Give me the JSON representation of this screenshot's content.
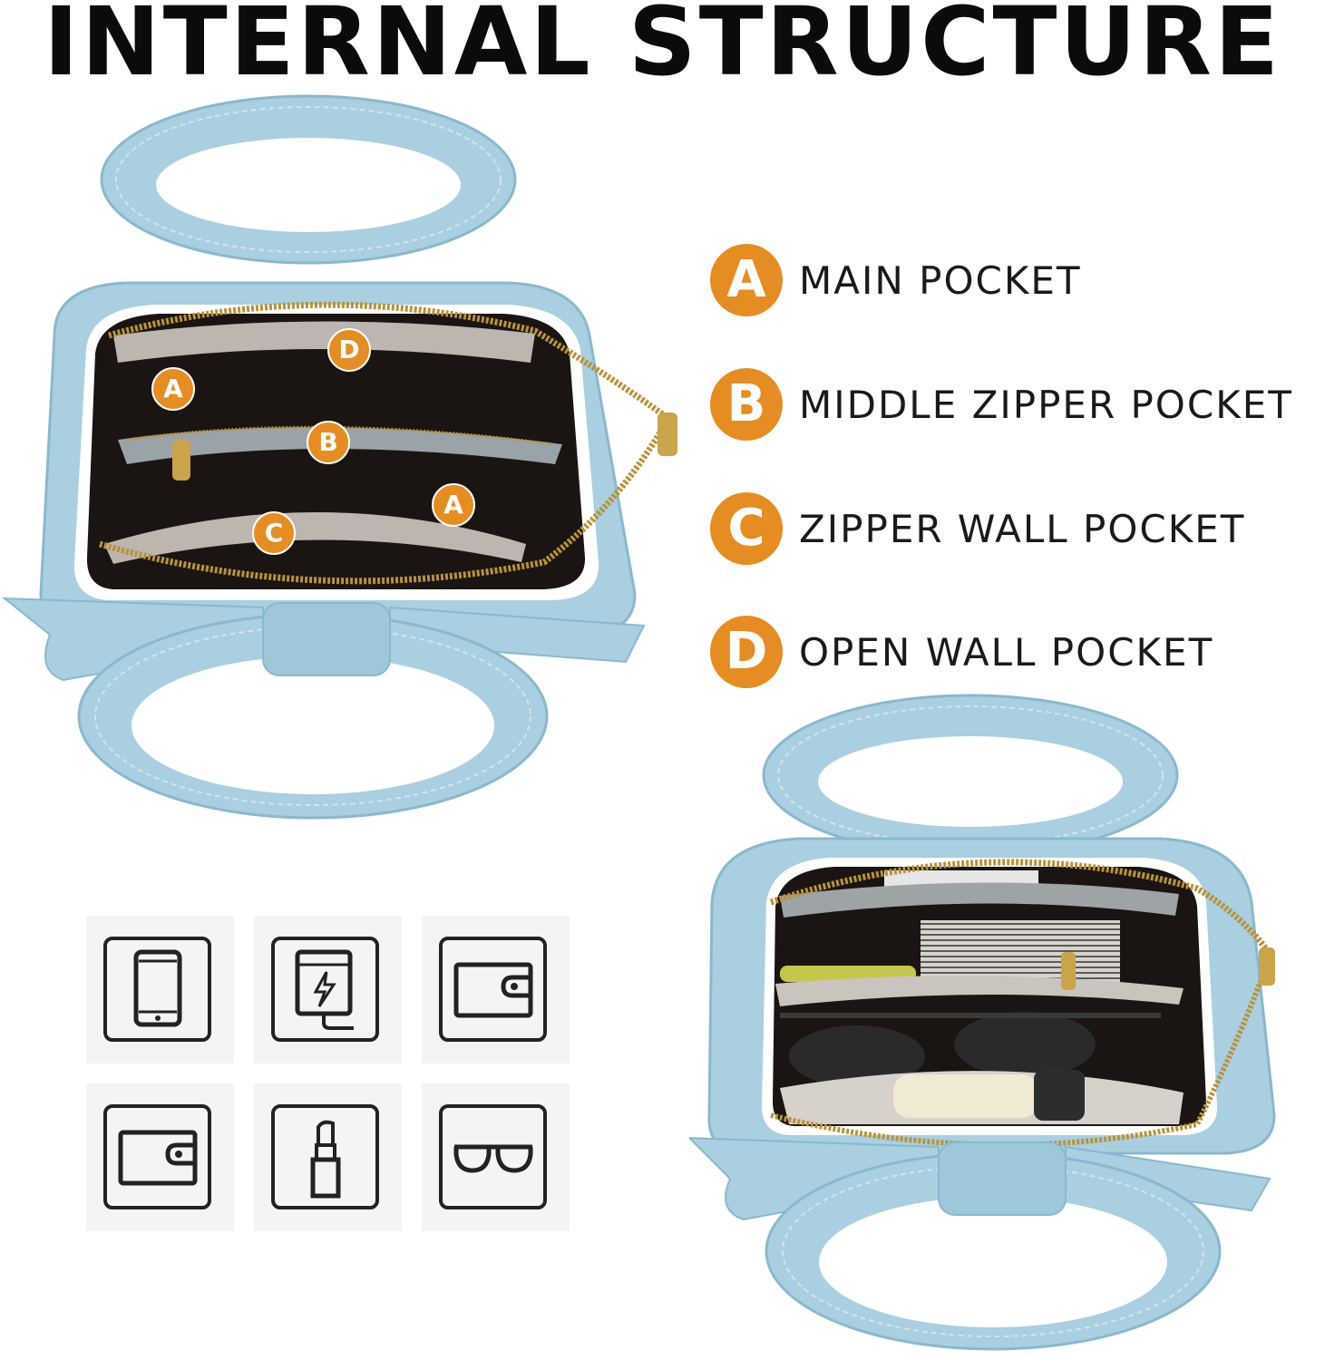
{
  "title": "INTERNAL STRUCTURE",
  "legend": [
    {
      "letter": "A",
      "label": "MAIN POCKET"
    },
    {
      "letter": "B",
      "label": "MIDDLE ZIPPER POCKET"
    },
    {
      "letter": "C",
      "label": "ZIPPER WALL POCKET"
    },
    {
      "letter": "D",
      "label": "OPEN WALL POCKET"
    }
  ],
  "markers": {
    "d": "D",
    "a_left": "A",
    "b": "B",
    "a_right": "A",
    "c": "C"
  },
  "icons": [
    "phone-icon",
    "power-bank-icon",
    "wallet-icon",
    "card-wallet-icon",
    "lipstick-icon",
    "sunglasses-icon"
  ],
  "colors": {
    "accent": "#e58c22",
    "bag_blue": "#a9cfe0",
    "bag_blue_dark": "#8ab8cd",
    "lining": "#1a1412",
    "zipper": "#b8923a"
  }
}
